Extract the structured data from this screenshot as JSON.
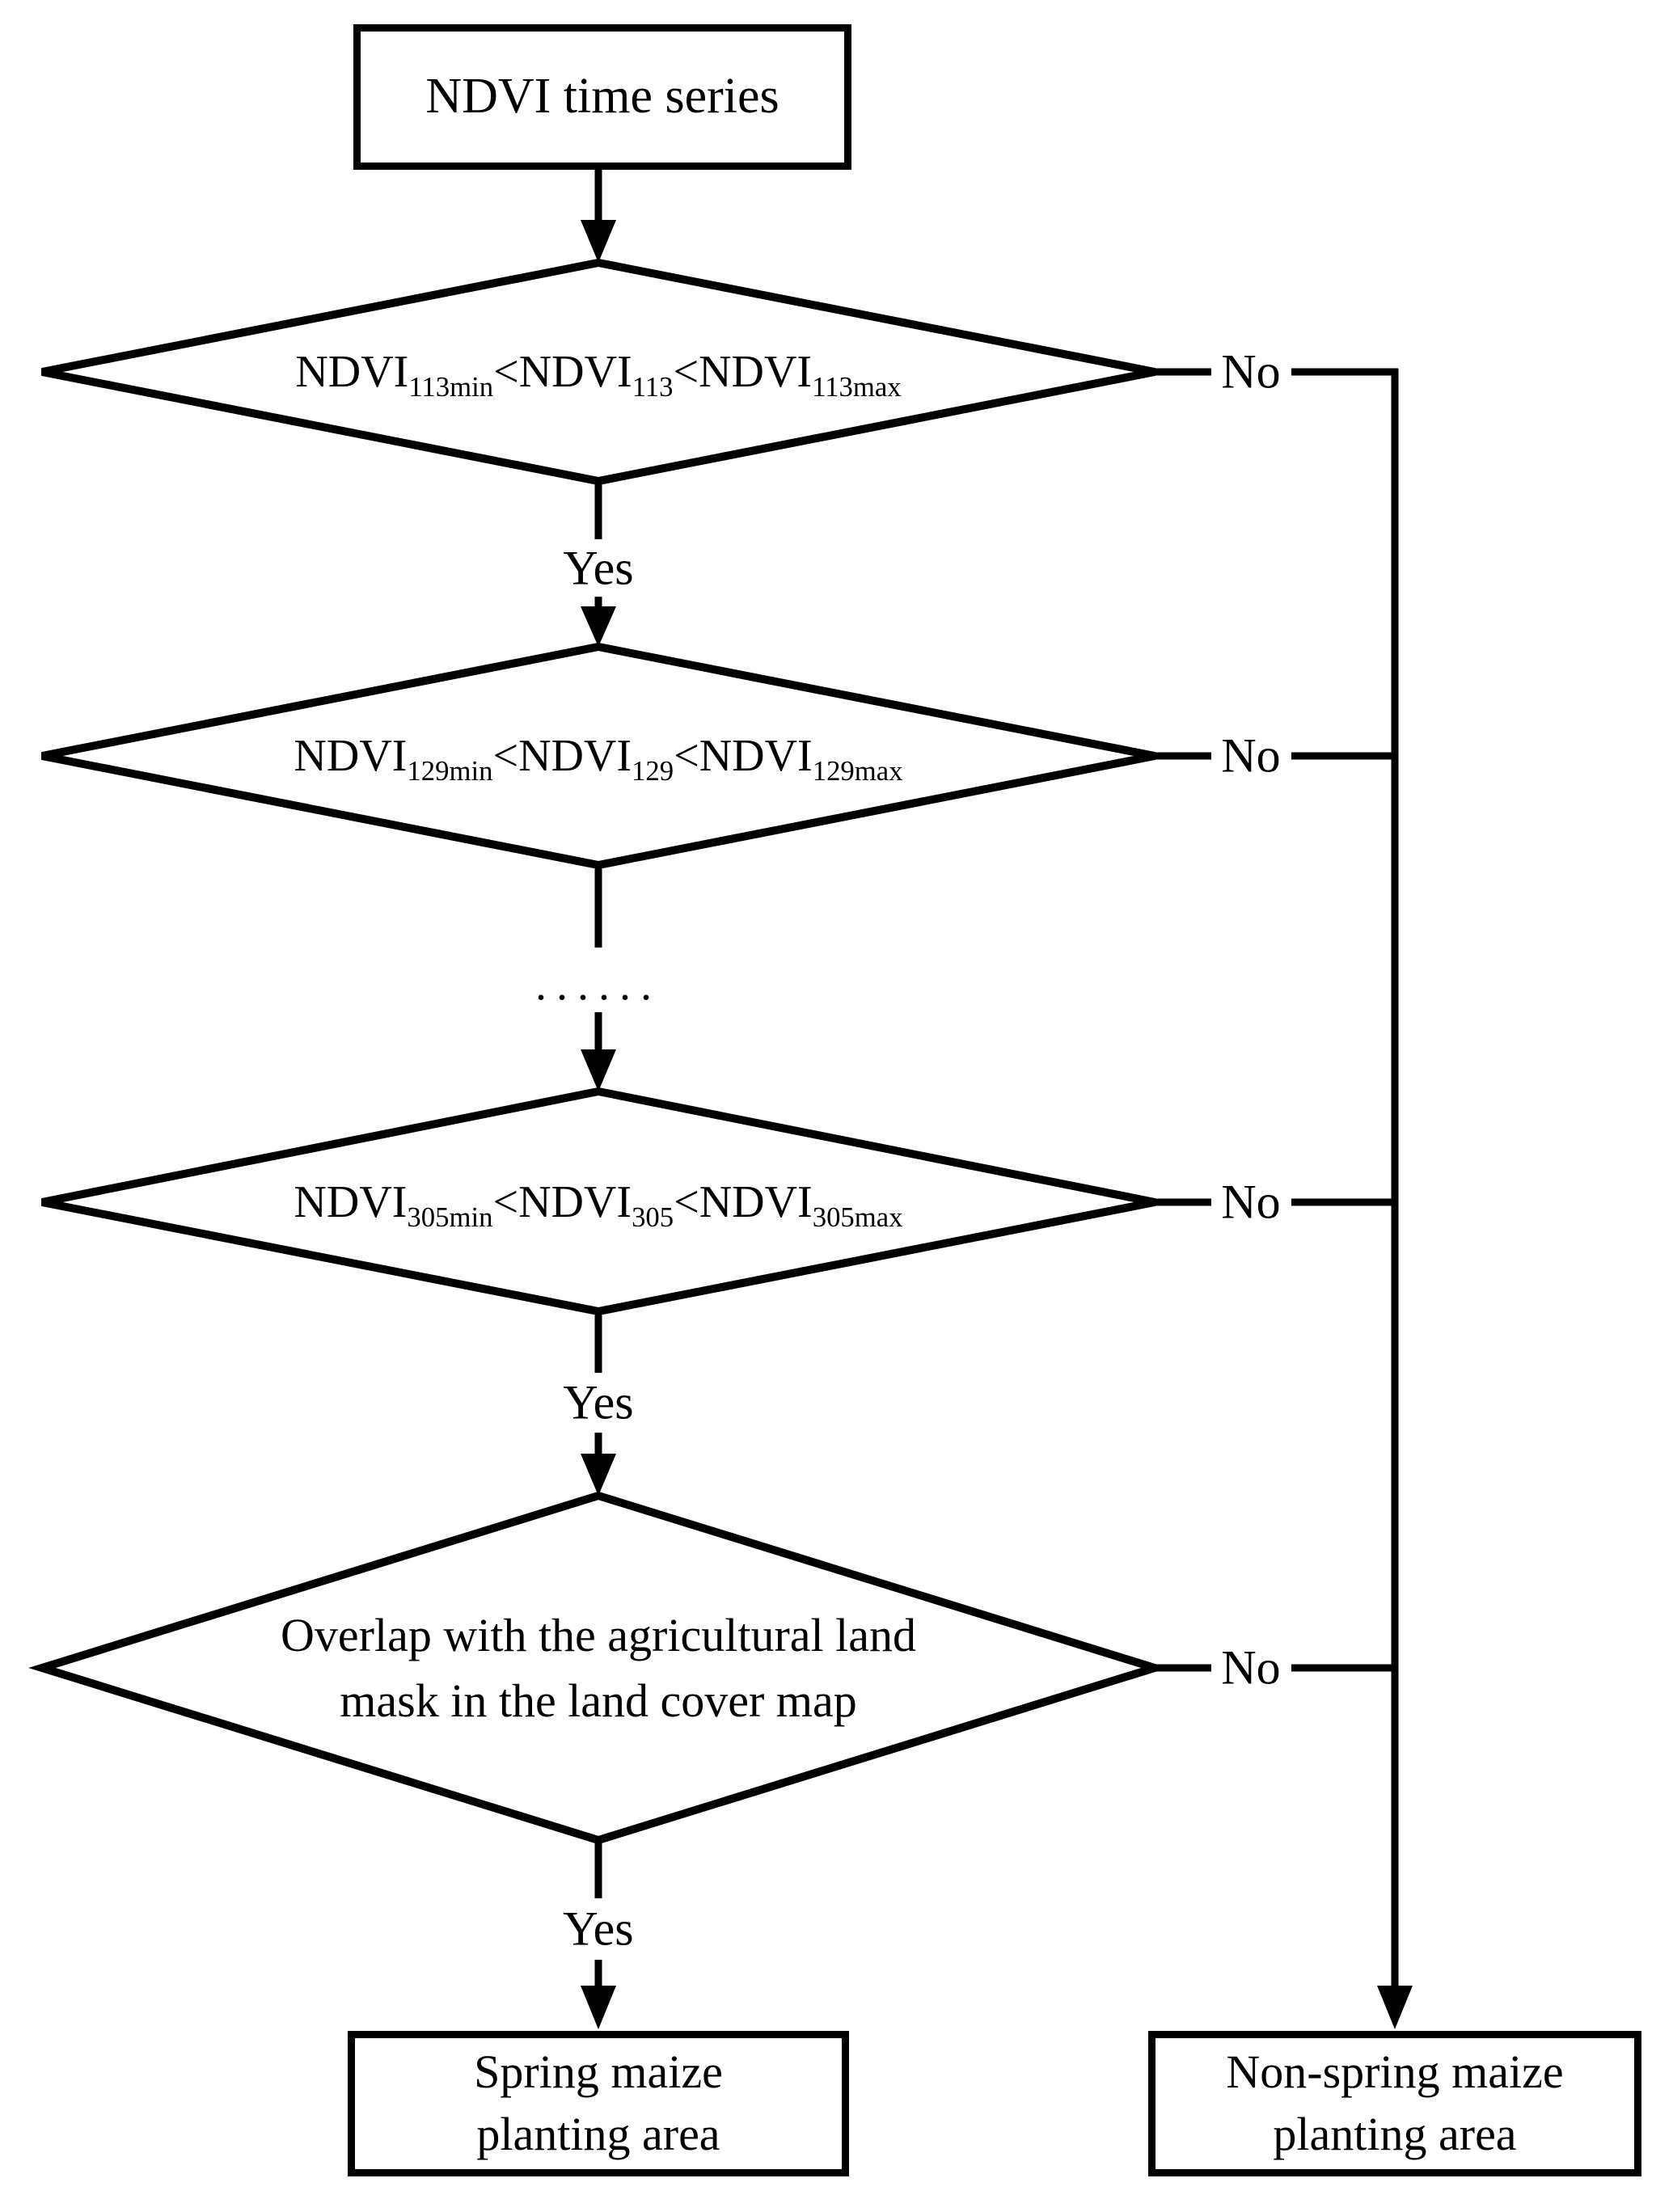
{
  "start": {
    "label": "NDVI time series"
  },
  "decisions": [
    {
      "n1": "NDVI",
      "s1": "113min",
      "n2": "<NDVI",
      "s2": "113",
      "n3": "<NDVI",
      "s3": "113max"
    },
    {
      "n1": "NDVI",
      "s1": "129min",
      "n2": "<NDVI",
      "s2": "129",
      "n3": "<NDVI",
      "s3": "129max"
    },
    {
      "n1": "NDVI",
      "s1": "305min",
      "n2": "<NDVI",
      "s2": "305",
      "n3": "<NDVI",
      "s3": "305max"
    }
  ],
  "overlap": {
    "line1": "Overlap with the agricultural land",
    "line2": "mask in the land cover map"
  },
  "labels": {
    "yes": "Yes",
    "no": "No",
    "ellipsis": "......"
  },
  "outcomes": {
    "spring": {
      "line1": "Spring maize",
      "line2": "planting area"
    },
    "non_spring": {
      "line1": "Non-spring maize",
      "line2": "planting area"
    }
  }
}
